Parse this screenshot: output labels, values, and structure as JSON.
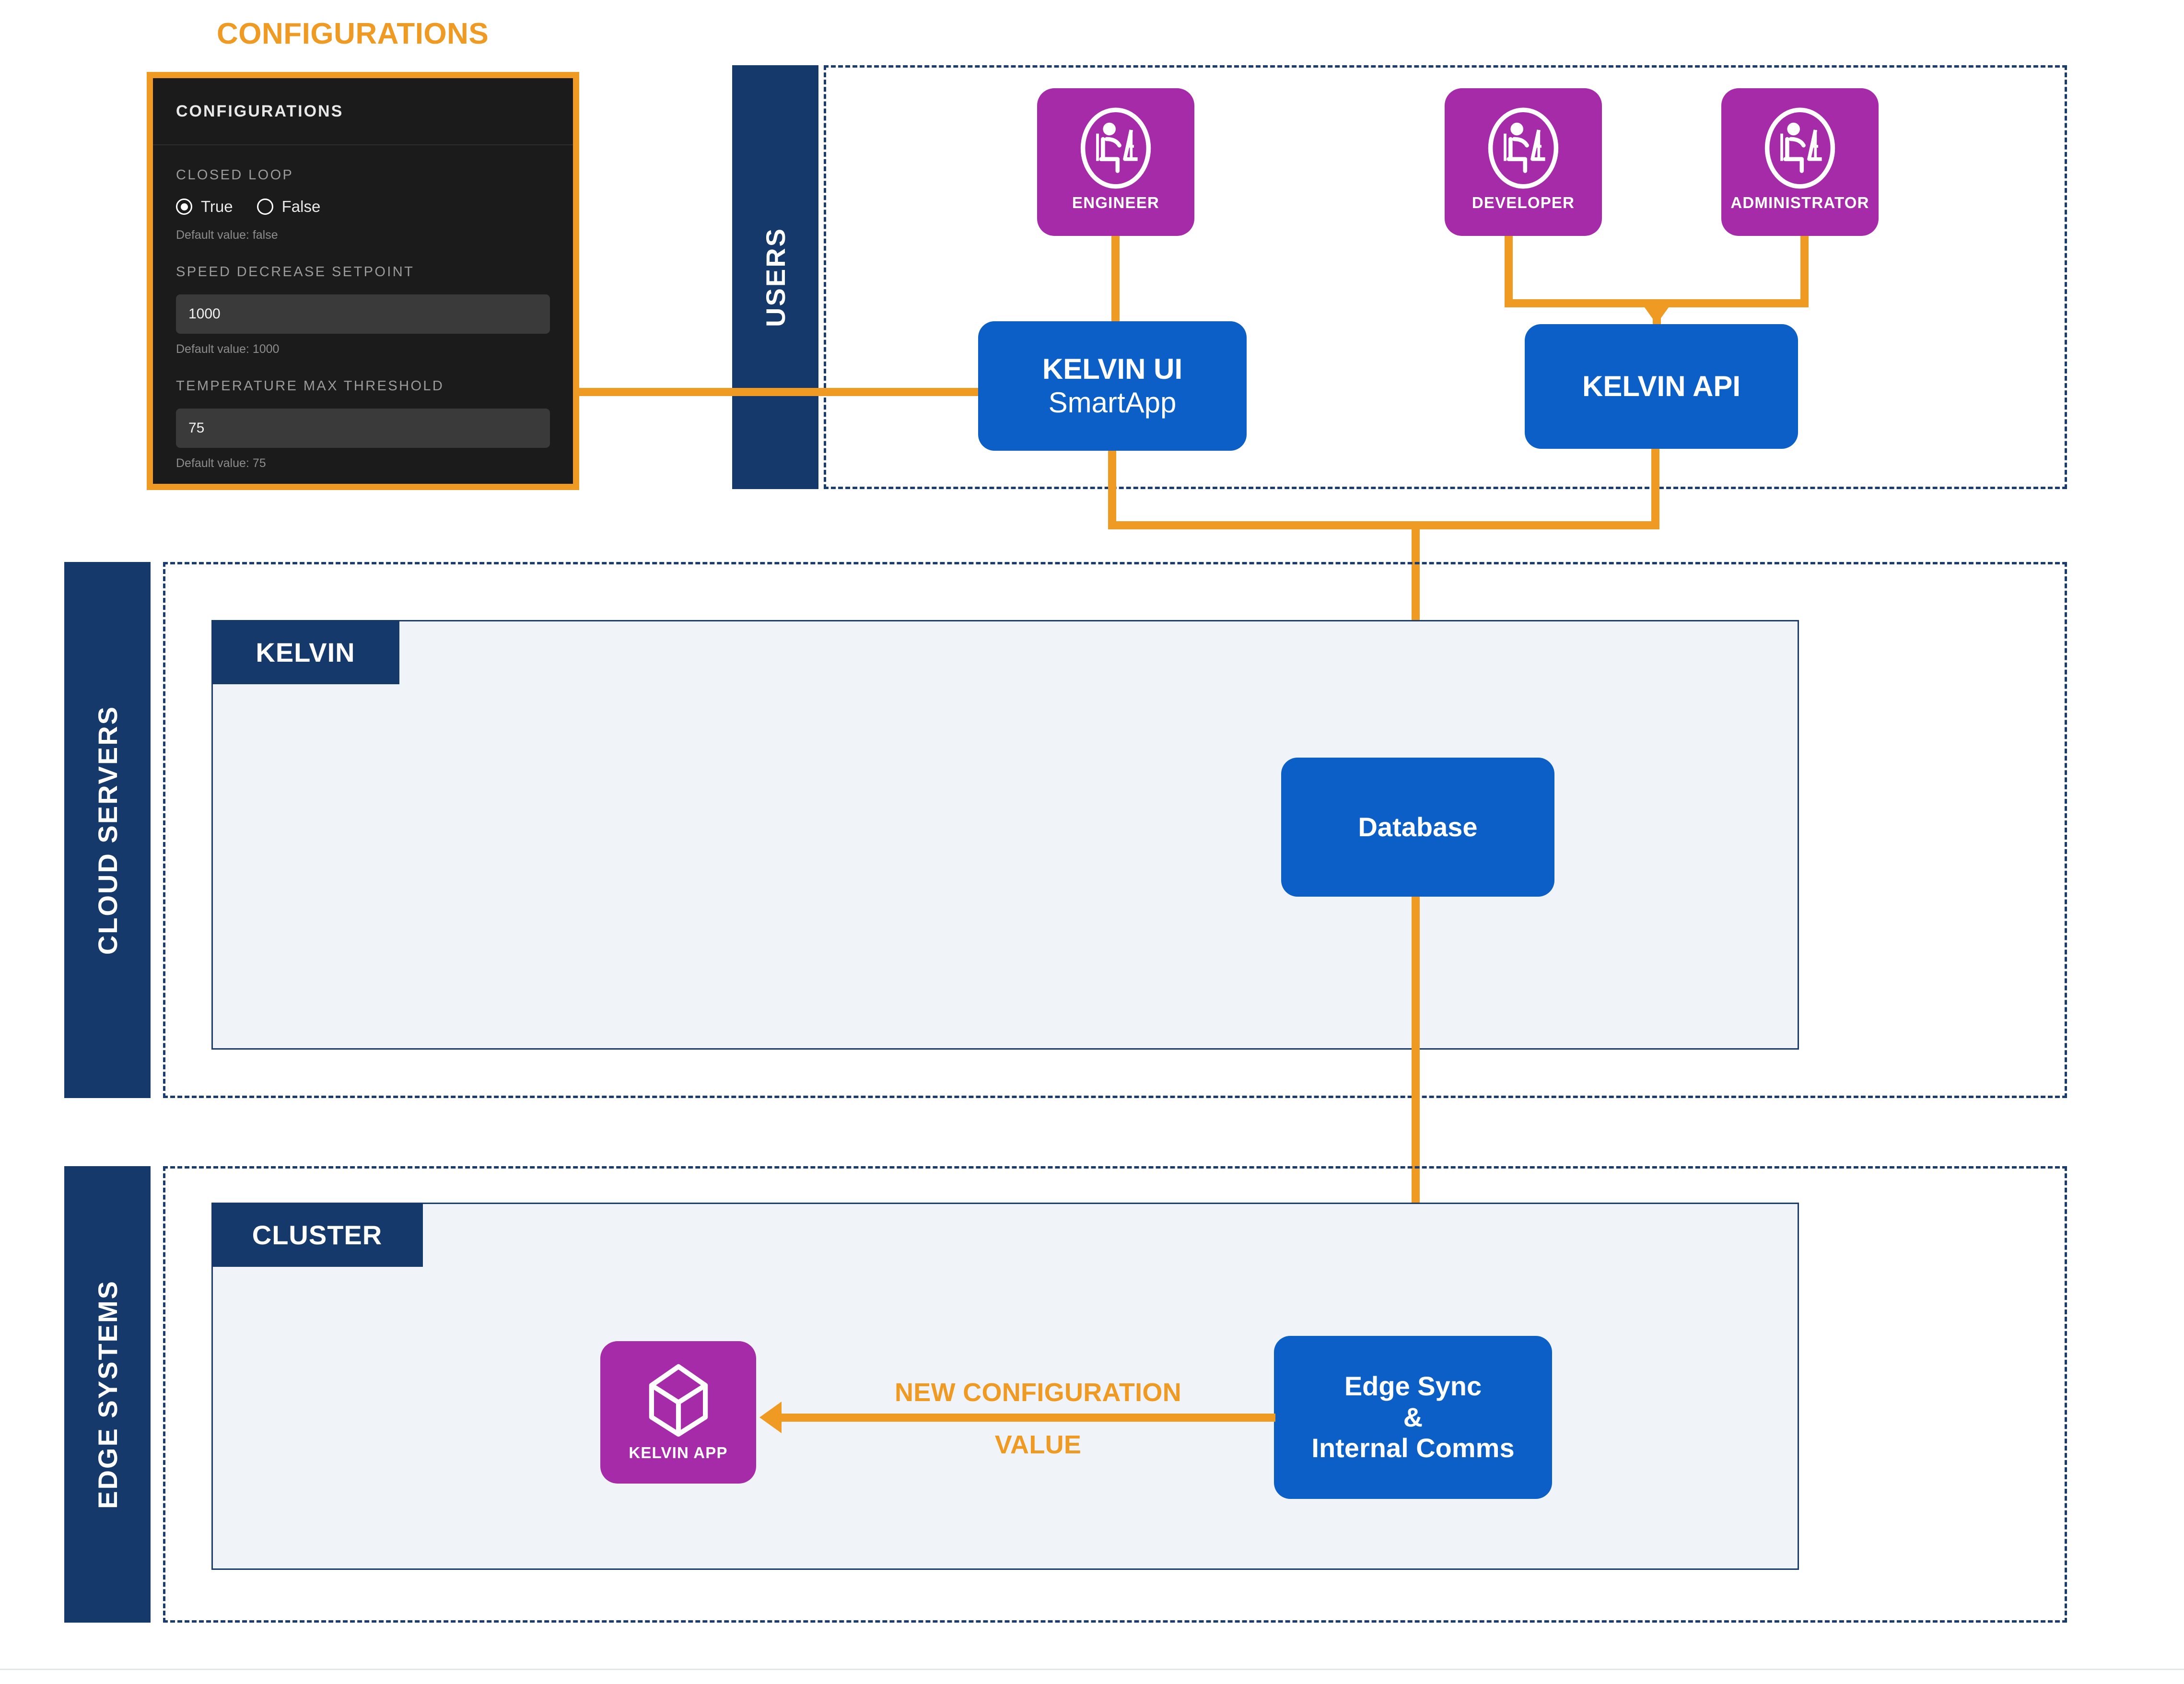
{
  "diagram": {
    "title": "CONFIGURATIONS",
    "colors": {
      "orange": "#EF9A22",
      "blue": "#0B5FC7",
      "purple": "#A62BA8",
      "navy": "#16396C",
      "panel_bg": "#F0F4F9",
      "dark_panel": "#1b1b1b"
    }
  },
  "config_panel": {
    "header": "CONFIGURATIONS",
    "fields": [
      {
        "label": "CLOSED LOOP",
        "type": "radio",
        "options": [
          "True",
          "False"
        ],
        "selected": "True",
        "help": "Default value: false"
      },
      {
        "label": "SPEED DECREASE SETPOINT",
        "type": "text",
        "value": "1000",
        "help": "Default value: 1000"
      },
      {
        "label": "TEMPERATURE MAX THRESHOLD",
        "type": "text",
        "value": "75",
        "help": "Default value: 75"
      }
    ]
  },
  "zones": [
    {
      "band": "USERS"
    },
    {
      "band": "CLOUD SERVERS",
      "panel_tab": "KELVIN"
    },
    {
      "band": "EDGE SYSTEMS",
      "panel_tab": "CLUSTER"
    }
  ],
  "users": [
    {
      "label": "ENGINEER",
      "icon": "person-at-desk-icon"
    },
    {
      "label": "DEVELOPER",
      "icon": "person-at-desk-icon"
    },
    {
      "label": "ADMINISTRATOR",
      "icon": "person-at-desk-icon"
    }
  ],
  "nodes": {
    "kelvin_ui": {
      "line1": "KELVIN UI",
      "line2": "SmartApp"
    },
    "kelvin_api": {
      "label": "KELVIN API"
    },
    "database": {
      "label": "Database"
    },
    "edge_sync": {
      "line1": "Edge Sync",
      "line2": "&",
      "line3": "Internal Comms"
    },
    "kelvin_app": {
      "label": "KELVIN APP",
      "icon": "cube-icon"
    }
  },
  "flows": [
    {
      "label_line1": "NEW CONFIGURATION",
      "label_line2": "VALUE"
    }
  ]
}
